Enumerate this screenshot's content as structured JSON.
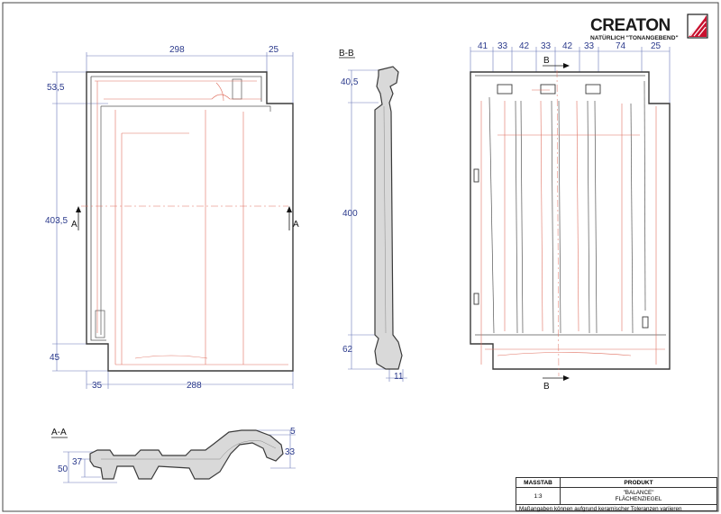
{
  "logo": {
    "brand": "CREATON",
    "tagline": "NATÜRLICH \"TONANGEBEND\"",
    "accent_color": "#c8102e"
  },
  "front_view": {
    "dim_top_width": "298",
    "dim_top_overhang": "25",
    "dim_left_top": "53,5",
    "dim_left_total": "403,5",
    "dim_left_bottom": "45",
    "dim_bottom_offset": "35",
    "dim_bottom_width": "288",
    "section_marker_left": "A",
    "section_marker_right": "A"
  },
  "section_bb": {
    "title": "B-B",
    "dim_top": "40,5",
    "dim_middle": "400",
    "dim_bottom": "62",
    "dim_thickness": "11"
  },
  "back_view": {
    "top_dims": [
      "41",
      "33",
      "42",
      "33",
      "42",
      "33",
      "74",
      "25"
    ],
    "section_marker_top": "B",
    "section_marker_bottom": "B"
  },
  "section_aa": {
    "title": "A-A",
    "dim_left_outer": "50",
    "dim_left_inner": "37",
    "dim_right_top": "5",
    "dim_right_bottom": "33"
  },
  "title_block": {
    "scale_header": "MASSTAB",
    "product_header": "PRODUKT",
    "scale_value": "1:3",
    "product_name": "\"BALANCE\"",
    "product_type": "FLÄCHENZIEGEL",
    "note": "Maßangaben können aufgrund keramischer Toleranzen variieren"
  },
  "colors": {
    "outline": "#3a3a3a",
    "dimension": "#2b3a8c",
    "hidden_line": "#e07060"
  }
}
